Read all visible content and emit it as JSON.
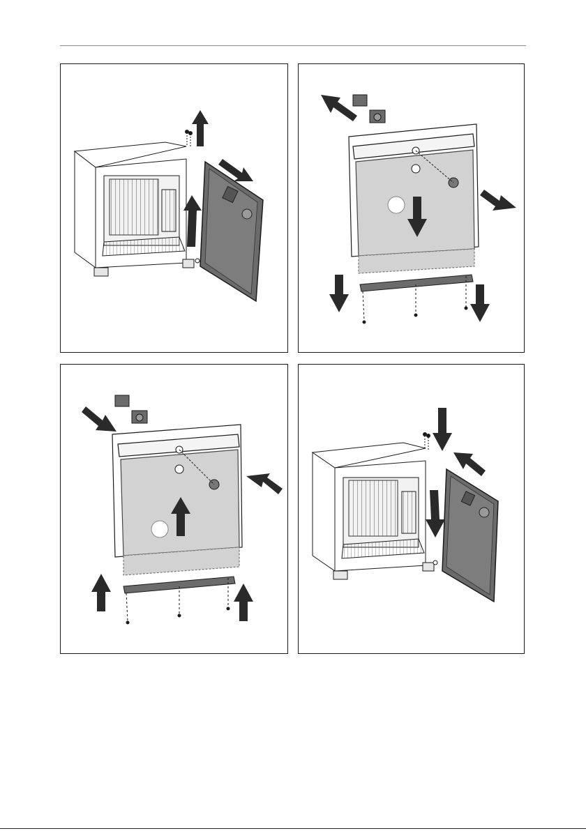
{
  "document": {
    "type": "installation-illustration-page",
    "panels": [
      {
        "step": "remove-door-hinge-and-lift-door-off",
        "icons": [
          "up-arrow-icon",
          "diagonal-arrow-icon",
          "screw-icon"
        ]
      },
      {
        "step": "remove-front-panel-and-cover-strip",
        "icons": [
          "down-arrow-icon",
          "diagonal-arrow-icon",
          "screw-icon"
        ]
      },
      {
        "step": "refit-front-panel-and-cover-strip",
        "icons": [
          "up-arrow-icon",
          "diagonal-arrow-icon",
          "screw-icon"
        ]
      },
      {
        "step": "refit-door-on-opposite-side",
        "icons": [
          "down-arrow-icon",
          "diagonal-arrow-icon",
          "screw-icon"
        ]
      }
    ],
    "colors": {
      "line": "#1a1a1a",
      "panel_fill": "#d2d2d2",
      "door_fill": "#6b6b6b",
      "arrow_fill": "#2a2a2a",
      "rule": "#8a8a8a"
    }
  }
}
